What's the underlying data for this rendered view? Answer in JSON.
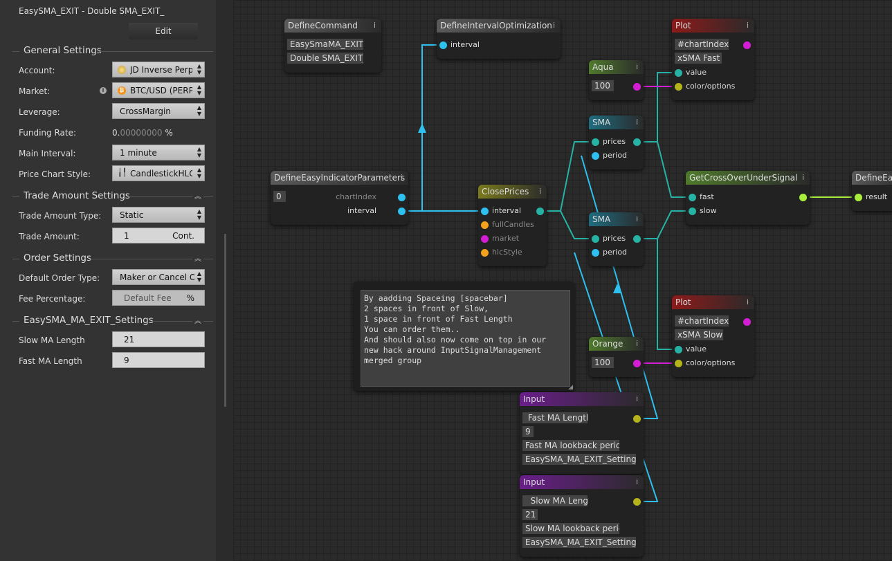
{
  "sidebar": {
    "title": "EasySMA_EXIT - Double SMA_EXIT_",
    "edit_label": "Edit",
    "sections": {
      "general": "General Settings",
      "trade_amount": "Trade Amount Settings",
      "order": "Order Settings",
      "custom": "EasySMA_MA_EXIT_Settings"
    },
    "fields": {
      "account": {
        "label": "Account:",
        "value": "JD Inverse Perpe"
      },
      "market": {
        "label": "Market:",
        "value": "BTC/USD (PERPE"
      },
      "leverage": {
        "label": "Leverage:",
        "value": "CrossMargin"
      },
      "funding": {
        "label": "Funding Rate:",
        "value_prefix": "0.",
        "value_dim": "00000000",
        "unit": "%"
      },
      "interval": {
        "label": "Main Interval:",
        "value": "1 minute"
      },
      "chart_style": {
        "label": "Price Chart Style:",
        "value": "CandlestickHLC"
      },
      "trade_amount_type": {
        "label": "Trade Amount Type:",
        "value": "Static"
      },
      "trade_amount": {
        "label": "Trade Amount:",
        "value": "1",
        "unit": "Cont."
      },
      "order_type": {
        "label": "Default Order Type:",
        "value": "Maker or Cancel Order"
      },
      "fee": {
        "label": "Fee Percentage:",
        "placeholder": "Default Fee",
        "unit": "%"
      },
      "slow_ma": {
        "label": "Slow MA Length",
        "value": "21"
      },
      "fast_ma": {
        "label": "Fast MA Length",
        "value": "9"
      }
    }
  },
  "nodes": {
    "define_command": {
      "title": "DefineCommand",
      "info": "i",
      "fields": [
        "EasySmaMA_EXIT_",
        "Double SMA_EXIT_"
      ]
    },
    "define_interval_opt": {
      "title": "DefineIntervalOptimization",
      "info": "i",
      "port": "interval"
    },
    "plot_fast": {
      "title": "Plot",
      "info": "i",
      "fields": [
        "#chartIndex",
        "xSMA Fast"
      ],
      "ports": [
        "value",
        "color/options"
      ]
    },
    "aqua": {
      "title": "Aqua",
      "info": "i",
      "value": "100"
    },
    "sma1": {
      "title": "SMA",
      "info": "i",
      "ports": [
        "prices",
        "period"
      ]
    },
    "define_easy_params": {
      "title": "DefineEasyIndicatorParameters",
      "info": "i",
      "value": "0",
      "ports": [
        "chartIndex",
        "interval"
      ]
    },
    "close_prices": {
      "title": "ClosePrices",
      "info": "i",
      "ports": [
        "interval",
        "fullCandles",
        "market",
        "hlcStyle"
      ]
    },
    "crossover": {
      "title": "GetCrossOverUnderSignal",
      "info": "i",
      "ports": [
        "fast",
        "slow"
      ]
    },
    "define_easy_cut": {
      "title": "DefineEas",
      "port": "result"
    },
    "sma2": {
      "title": "SMA",
      "info": "i",
      "ports": [
        "prices",
        "period"
      ]
    },
    "plot_slow": {
      "title": "Plot",
      "info": "i",
      "fields": [
        "#chartIndex",
        "xSMA Slow"
      ],
      "ports": [
        "value",
        "color/options"
      ]
    },
    "orange": {
      "title": "Orange",
      "info": "i",
      "value": "100"
    },
    "input_fast": {
      "title": "Input",
      "info": "i",
      "fields": [
        " Fast MA Length",
        "9",
        "Fast MA lookback period",
        "EasySMA_MA_EXIT_Settings"
      ]
    },
    "input_slow": {
      "title": "Input",
      "info": "i",
      "fields": [
        "  Slow MA Length",
        "21",
        "Slow MA lookback period",
        "EasySMA_MA_EXIT_Settings"
      ]
    }
  },
  "note": {
    "text": "By aadding Spaceing [spacebar]\n2 spaces in front of Slow,\n1 space in front of Fast Length\nYou can order them..\nAnd should also now come on top in our\nnew hack around InputSignalManagement\nmerged group"
  },
  "colors": {
    "interval_wire": "#2ec0ee",
    "number_wire": "#26b3a5",
    "color_wire": "#d51cd5",
    "signal_wire": "#a9ee3c"
  }
}
